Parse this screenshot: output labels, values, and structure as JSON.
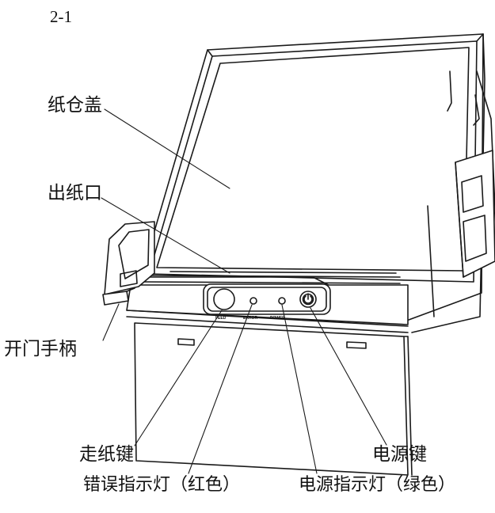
{
  "figure": {
    "number": "2-1"
  },
  "callouts": {
    "paper_cover": "纸仓盖",
    "paper_outlet": "出纸口",
    "door_handle": "开门手柄",
    "feed_key": "走纸键",
    "power_key": "电源键",
    "error_led": "错误指示灯（红色）",
    "power_led": "电源指示灯（绿色）"
  },
  "panel_labels": {
    "feed": "FEED",
    "error": "ERROR",
    "power": "POWER"
  }
}
